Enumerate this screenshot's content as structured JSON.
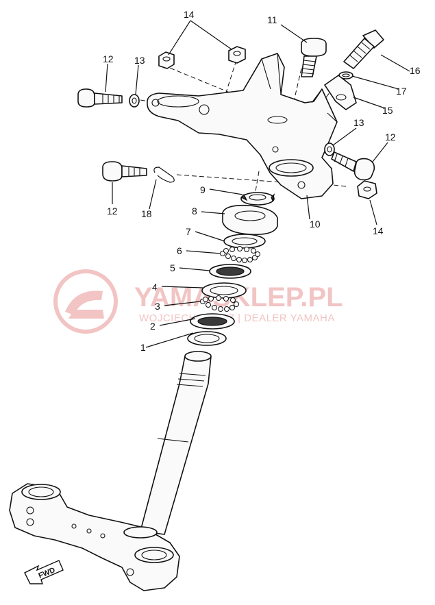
{
  "watermark": {
    "brand": "YAMASKLEP.PL",
    "subtitle": "WOJCIECH JANCZ | DEALER YAMAHA",
    "color": "#f2c4c4"
  },
  "direction_label": "FWD",
  "callouts": [
    {
      "id": "c1",
      "label": "1"
    },
    {
      "id": "c2",
      "label": "2"
    },
    {
      "id": "c3",
      "label": "3"
    },
    {
      "id": "c4",
      "label": "4"
    },
    {
      "id": "c5",
      "label": "5"
    },
    {
      "id": "c6",
      "label": "6"
    },
    {
      "id": "c7",
      "label": "7"
    },
    {
      "id": "c8",
      "label": "8"
    },
    {
      "id": "c9",
      "label": "9"
    },
    {
      "id": "c10",
      "label": "10"
    },
    {
      "id": "c11",
      "label": "11"
    },
    {
      "id": "c12a",
      "label": "12"
    },
    {
      "id": "c12b",
      "label": "12"
    },
    {
      "id": "c12c",
      "label": "12"
    },
    {
      "id": "c13a",
      "label": "13"
    },
    {
      "id": "c13b",
      "label": "13"
    },
    {
      "id": "c14a",
      "label": "14"
    },
    {
      "id": "c14b",
      "label": "14"
    },
    {
      "id": "c15",
      "label": "15"
    },
    {
      "id": "c16",
      "label": "16"
    },
    {
      "id": "c17",
      "label": "17"
    },
    {
      "id": "c18",
      "label": "18"
    }
  ]
}
